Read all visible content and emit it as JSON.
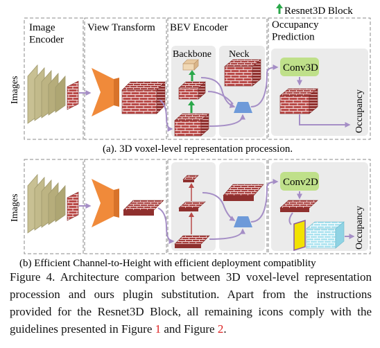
{
  "legend": {
    "label": "Resnet3D Block"
  },
  "top_panel": {
    "image_encoder": "Image\nEncoder",
    "view_transform": "View Transform",
    "bev_encoder": "BEV Encoder",
    "occupancy_prediction": "Occupancy\nPrediction",
    "backbone": "Backbone",
    "neck": "Neck",
    "conv": "Conv3D",
    "input_label": "Images",
    "output_label": "Occupancy",
    "caption": "(a). 3D voxel-level representation procession."
  },
  "bottom_panel": {
    "conv": "Conv2D",
    "input_label": "Images",
    "output_label": "Occupancy",
    "caption": "(b) Efficient Channel-to-Height with efficient deployment compatiblity"
  },
  "figure_caption": {
    "prefix": "Figure 4.  Architecture comparion between 3D voxel-level representation procession and ours plugin substitution.  Apart from the instructions provided for the Resnet3D Block, all remaining icons comply with the guidelines presented in Figure ",
    "ref1": "1",
    "middle": " and Figure ",
    "ref2": "2",
    "suffix": "."
  },
  "colors": {
    "voxel_brick": "#b94a48",
    "voxel_mortar": "#f4dede",
    "image_stack": "#c8c093",
    "view_transform": "#f08a3a",
    "neck_trapezoid": "#6e9ad9",
    "conv_box": "#bfe08a",
    "arrow": "#a58ec6",
    "resnet_arrow": "#2aa84a",
    "ch2h_gate": "#f2e200",
    "ch2h_grid": "#a8e2ef",
    "caption_ref": "#d22222"
  }
}
